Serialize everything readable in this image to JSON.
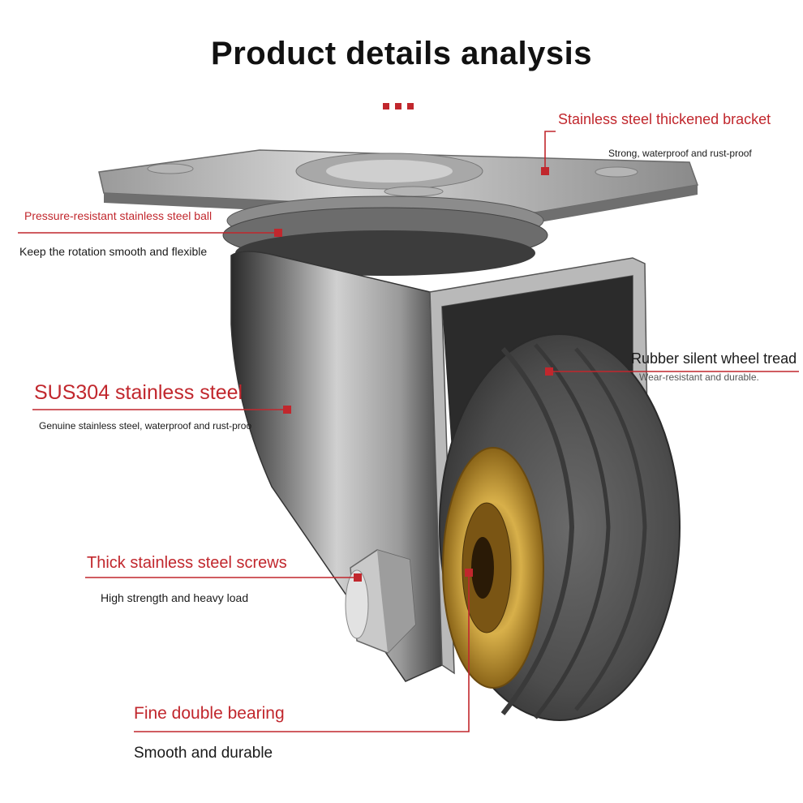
{
  "title": "Product details analysis",
  "accent_color": "#c1272d",
  "callouts": [
    {
      "heading": "Stainless steel thickened bracket",
      "desc": "Strong, waterproof and rust-proof"
    },
    {
      "heading": "Pressure-resistant stainless steel ball",
      "desc": "Keep the rotation smooth and flexible"
    },
    {
      "heading": "Rubber silent wheel tread",
      "desc": "Wear-resistant and durable."
    },
    {
      "heading": "SUS304 stainless steel",
      "desc": "Genuine stainless steel, waterproof and rust-proo"
    },
    {
      "heading": "Thick stainless steel screws",
      "desc": "High strength and heavy load"
    },
    {
      "heading": "Fine double bearing",
      "desc": "Smooth and durable"
    }
  ]
}
